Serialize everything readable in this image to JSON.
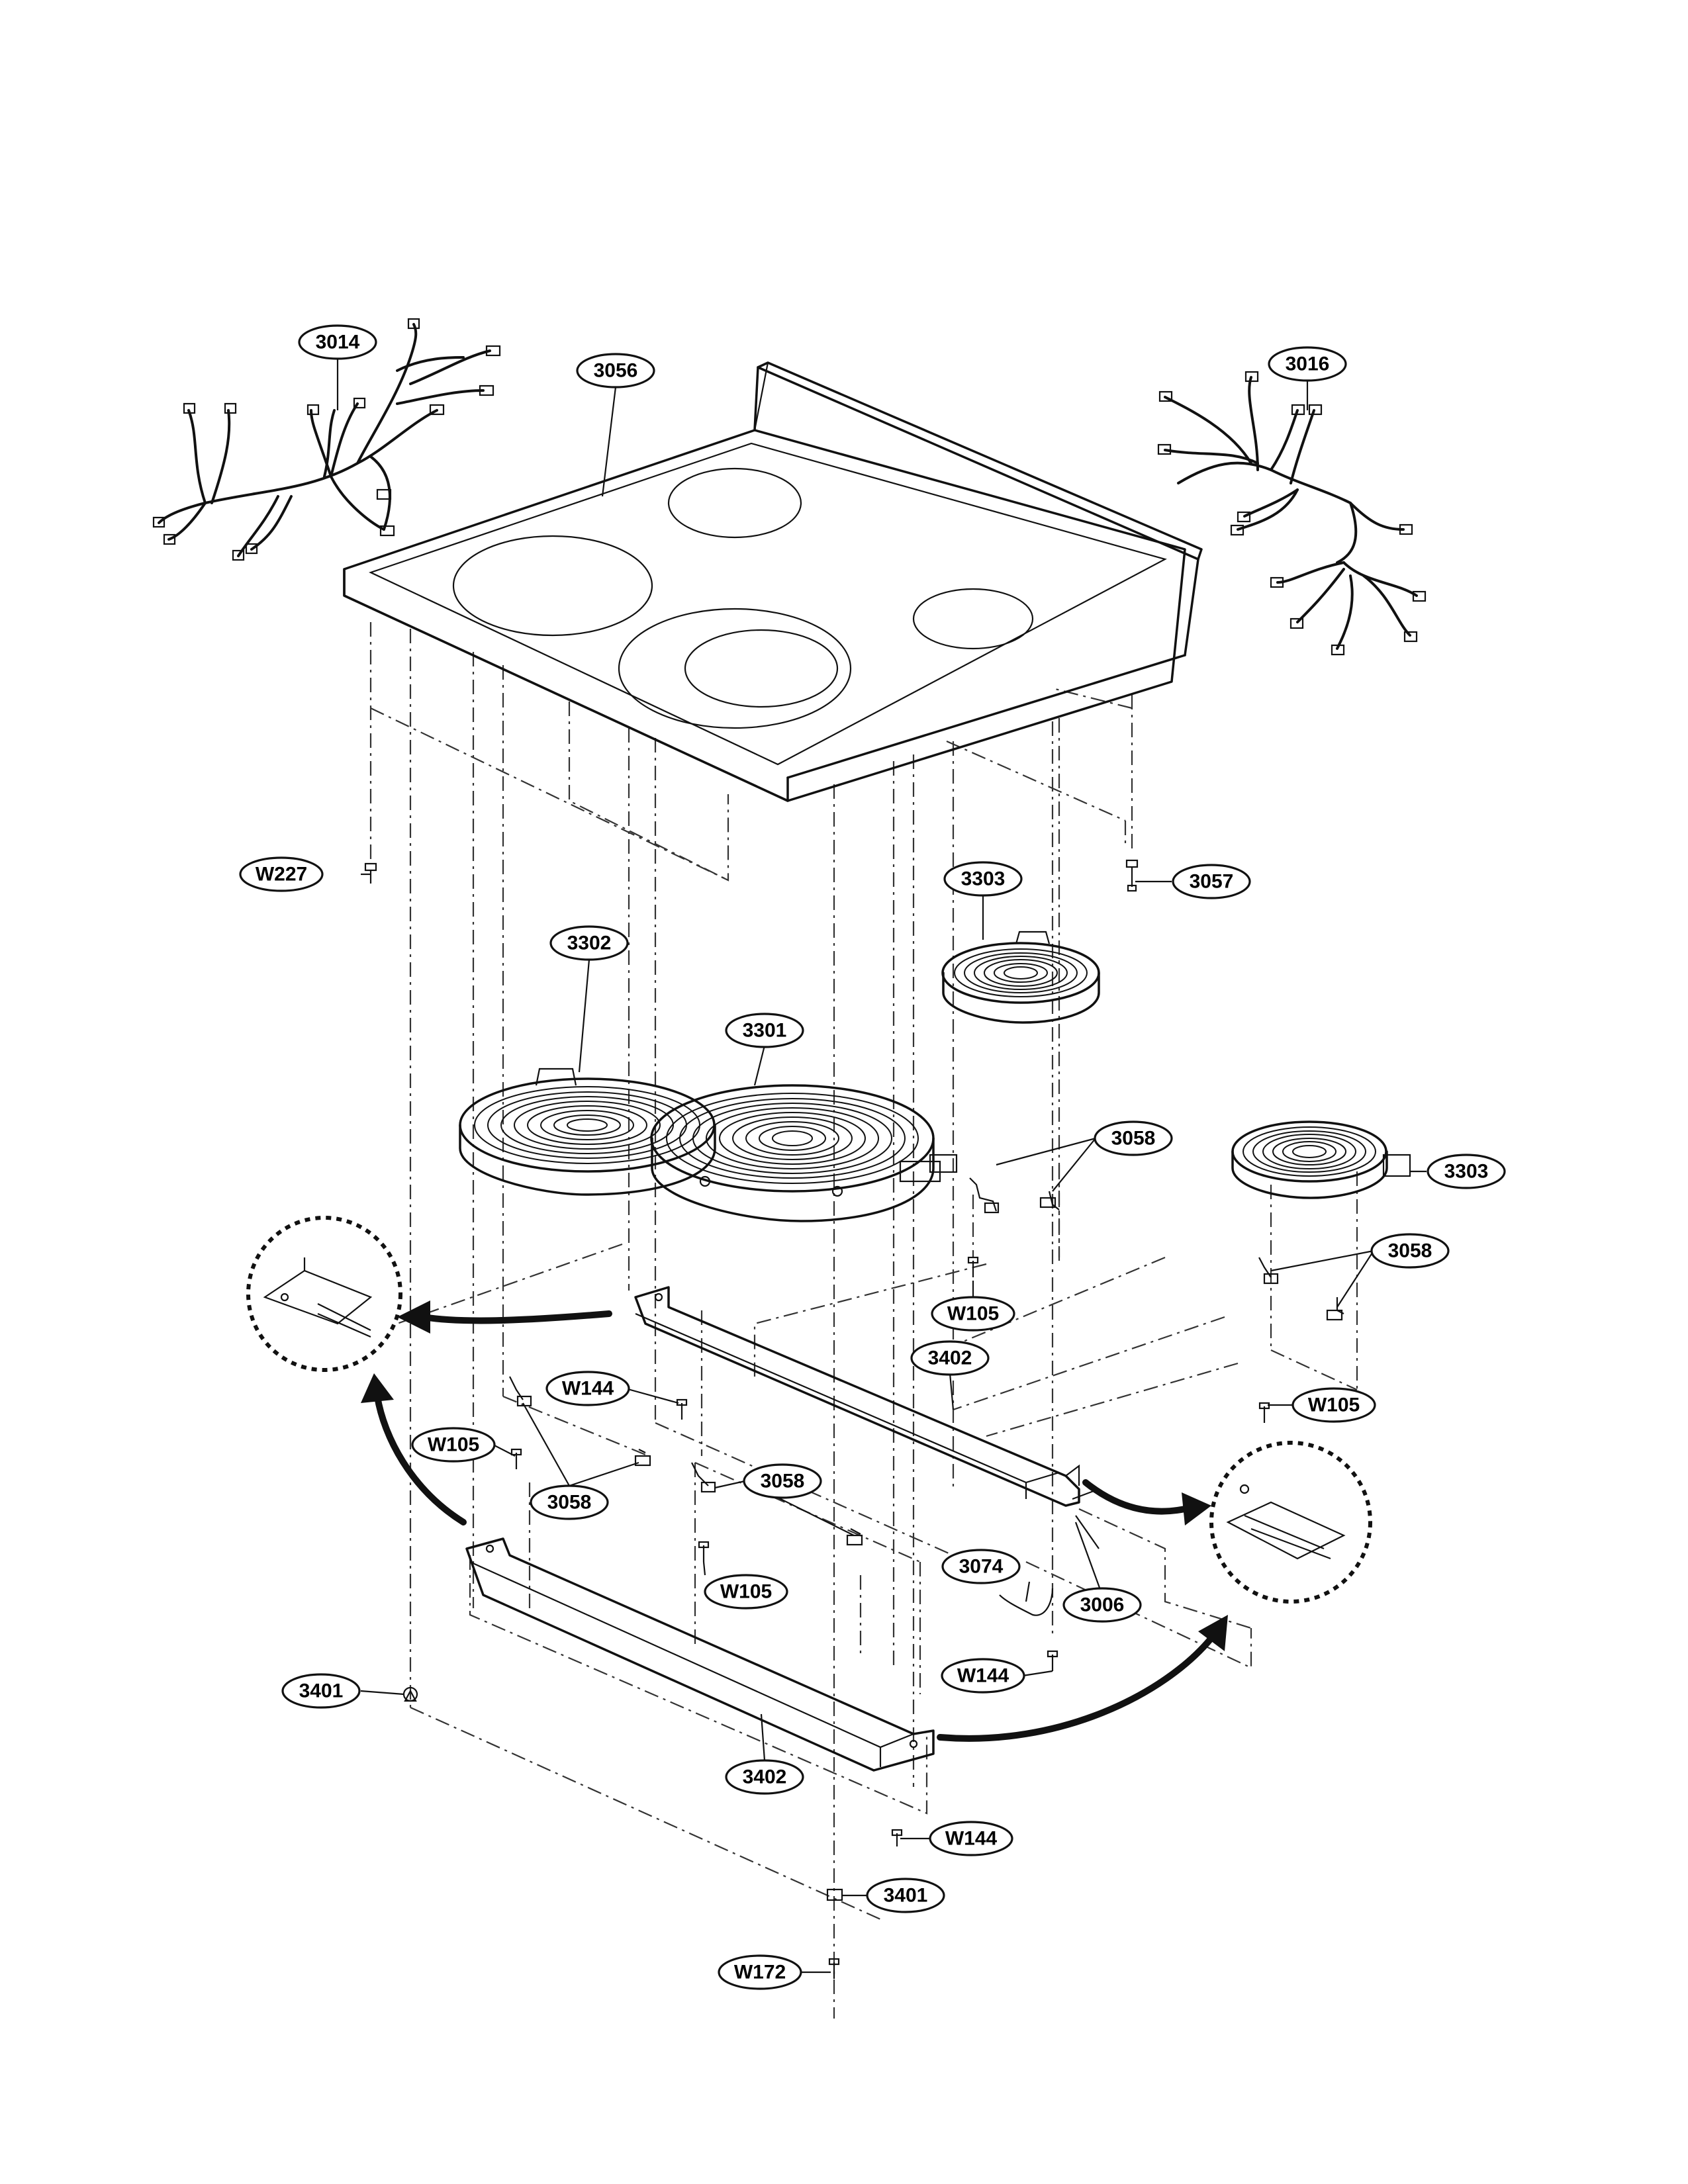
{
  "diagram": {
    "parts": [
      {
        "id": "callout-3014",
        "label": "3014"
      },
      {
        "id": "callout-3056",
        "label": "3056"
      },
      {
        "id": "callout-3016",
        "label": "3016"
      },
      {
        "id": "callout-w227",
        "label": "W227"
      },
      {
        "id": "callout-3057",
        "label": "3057"
      },
      {
        "id": "callout-3303-a",
        "label": "3303"
      },
      {
        "id": "callout-3302",
        "label": "3302"
      },
      {
        "id": "callout-3301",
        "label": "3301"
      },
      {
        "id": "callout-3058-a",
        "label": "3058"
      },
      {
        "id": "callout-3303-b",
        "label": "3303"
      },
      {
        "id": "callout-3058-b",
        "label": "3058"
      },
      {
        "id": "callout-w105-a",
        "label": "W105"
      },
      {
        "id": "callout-w144-a",
        "label": "W144"
      },
      {
        "id": "callout-3402-a",
        "label": "3402"
      },
      {
        "id": "callout-w105-b",
        "label": "W105"
      },
      {
        "id": "callout-w105-c",
        "label": "W105"
      },
      {
        "id": "callout-3058-c",
        "label": "3058"
      },
      {
        "id": "callout-3058-d",
        "label": "3058"
      },
      {
        "id": "callout-w105-d",
        "label": "W105"
      },
      {
        "id": "callout-3074",
        "label": "3074"
      },
      {
        "id": "callout-3006",
        "label": "3006"
      },
      {
        "id": "callout-w144-b",
        "label": "W144"
      },
      {
        "id": "callout-3401-a",
        "label": "3401"
      },
      {
        "id": "callout-3402-b",
        "label": "3402"
      },
      {
        "id": "callout-w144-c",
        "label": "W144"
      },
      {
        "id": "callout-3401-b",
        "label": "3401"
      },
      {
        "id": "callout-w172",
        "label": "W172"
      }
    ]
  }
}
